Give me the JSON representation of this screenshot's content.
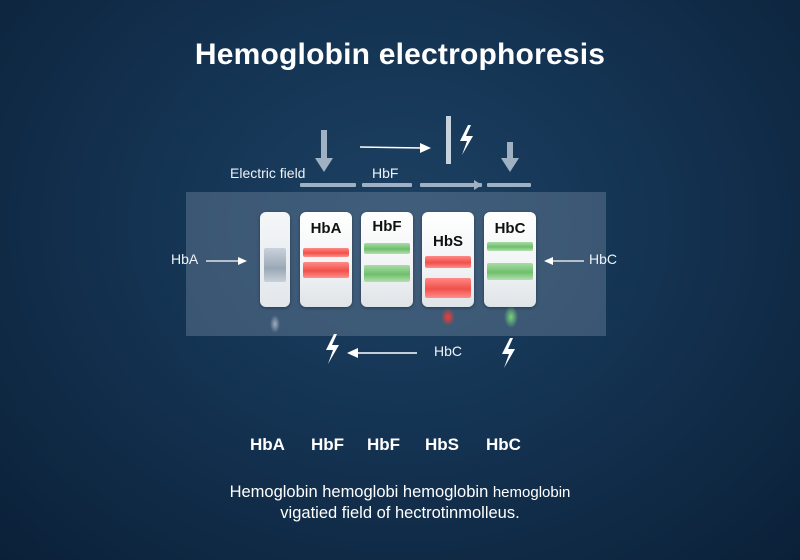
{
  "title": "Hemoglobin electrophoresis",
  "labels": {
    "electric_field": "Electric field",
    "hbf_top": "HbF",
    "hba_left": "HbA",
    "hbc_right": "HbC",
    "hbc_bottom": "HbC"
  },
  "wells": [
    {
      "label": "",
      "band": "gray"
    },
    {
      "label": "HbA",
      "band": "red"
    },
    {
      "label": "HbF",
      "band": "green"
    },
    {
      "label": "HbS",
      "band": "red"
    },
    {
      "label": "HbC",
      "band": "green"
    }
  ],
  "footer_labels": [
    "HbA",
    "HbF",
    "HbF",
    "HbS",
    "HbC"
  ],
  "caption": {
    "line1_main": "Hemoglobin hemoglobi hemoglobin",
    "line1_tail": "hemoglobin",
    "line2": "vigatied field of hectrotinmolleus."
  },
  "colors": {
    "background": "#143352",
    "band_red": "#f0504b",
    "band_green": "#6fbf6c",
    "gel": "#5e7791",
    "arrow": "#9fb1c2"
  },
  "icons": [
    "lightning-icon",
    "down-arrow-icon",
    "right-arrow-icon",
    "left-arrow-icon"
  ]
}
